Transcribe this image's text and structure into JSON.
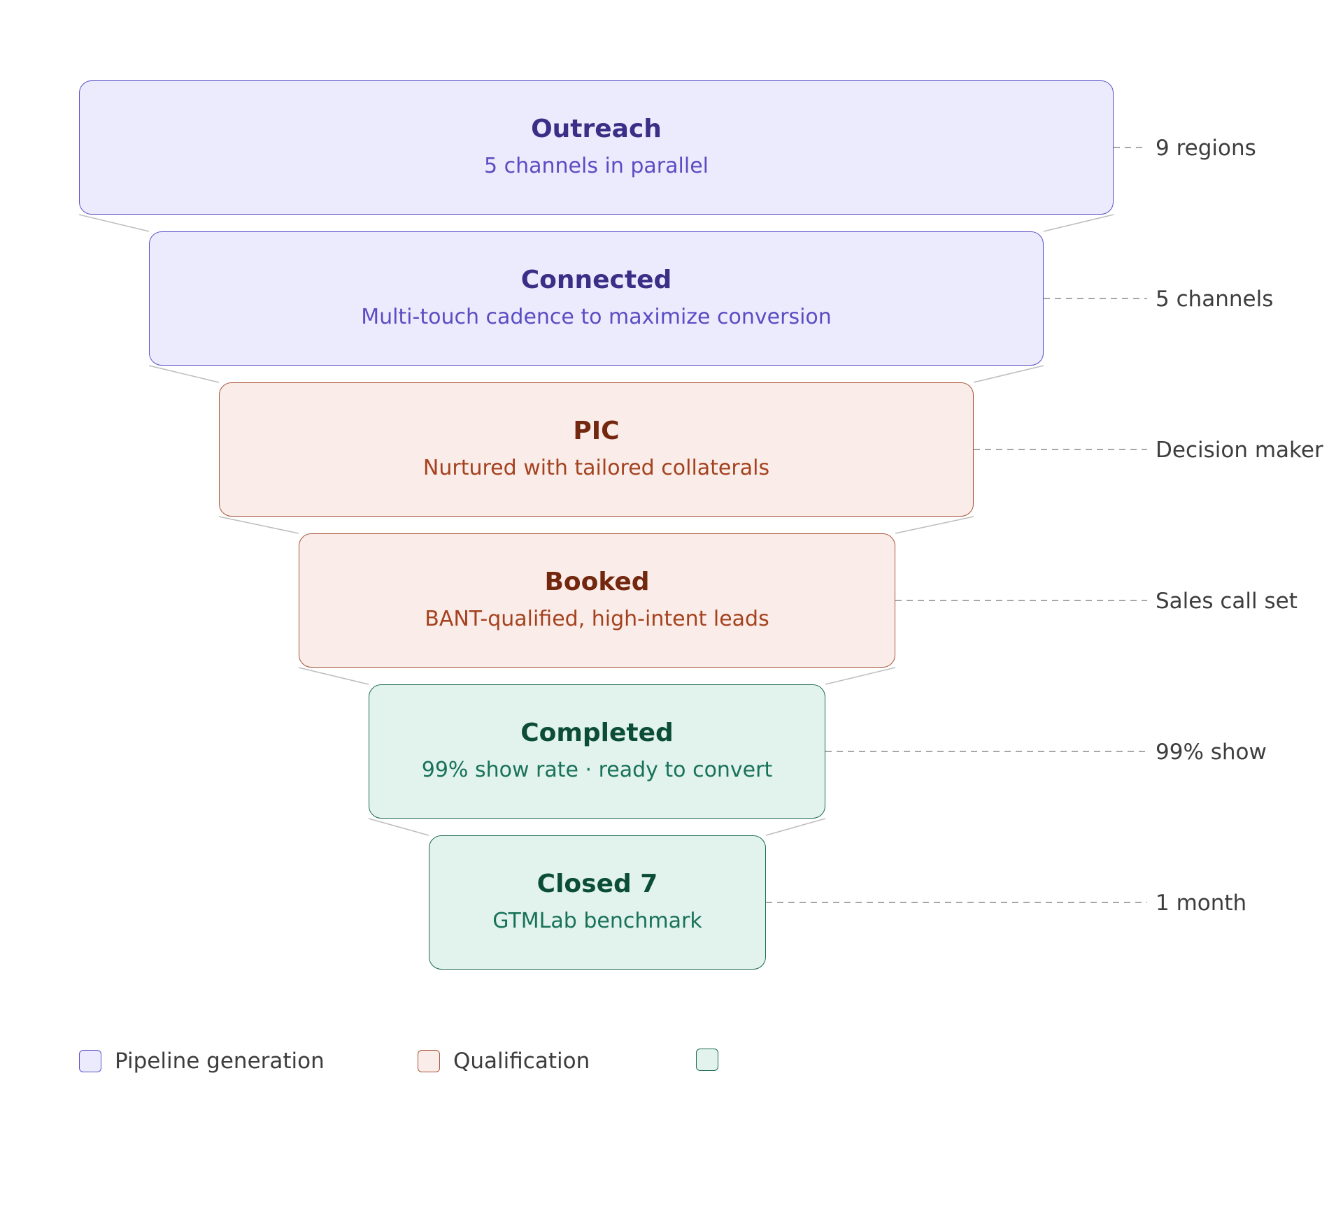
{
  "stages": [
    {
      "title": "Outreach",
      "subtitle": "5 channels in parallel",
      "annotation": "9 regions",
      "group": "pipeline"
    },
    {
      "title": "Connected",
      "subtitle": "Multi-touch cadence to maximize conversion",
      "annotation": "5 channels",
      "group": "pipeline"
    },
    {
      "title": "PIC",
      "subtitle": "Nurtured with tailored collaterals",
      "annotation": "Decision maker",
      "group": "qualification"
    },
    {
      "title": "Booked",
      "subtitle": "BANT-qualified, high-intent leads",
      "annotation": "Sales call set",
      "group": "qualification"
    },
    {
      "title": "Completed",
      "subtitle": "99% show rate · ready to convert",
      "annotation": "99% show",
      "group": "close"
    },
    {
      "title": "Closed 7",
      "subtitle": "GTMLab benchmark",
      "annotation": "1 month",
      "group": "close"
    }
  ],
  "legend": [
    {
      "group": "pipeline",
      "label": "Pipeline generation"
    },
    {
      "group": "qualification",
      "label": "Qualification"
    },
    {
      "group": "close",
      "label": ""
    }
  ],
  "colors": {
    "pipeline": {
      "fill": "#ECEBFD",
      "border": "#5A52C7",
      "title": "#3A2F86",
      "subtitle": "#5A4DC2"
    },
    "qualification": {
      "fill": "#FAECE8",
      "border": "#A8553A",
      "title": "#73270F",
      "subtitle": "#A4421F"
    },
    "close": {
      "fill": "#E2F3EE",
      "border": "#1C6A50",
      "title": "#0C4D38",
      "subtitle": "#197258"
    },
    "connector": "#BDBDBD",
    "leader": "#8A8A8A",
    "annotation": "#3D3D3D"
  }
}
